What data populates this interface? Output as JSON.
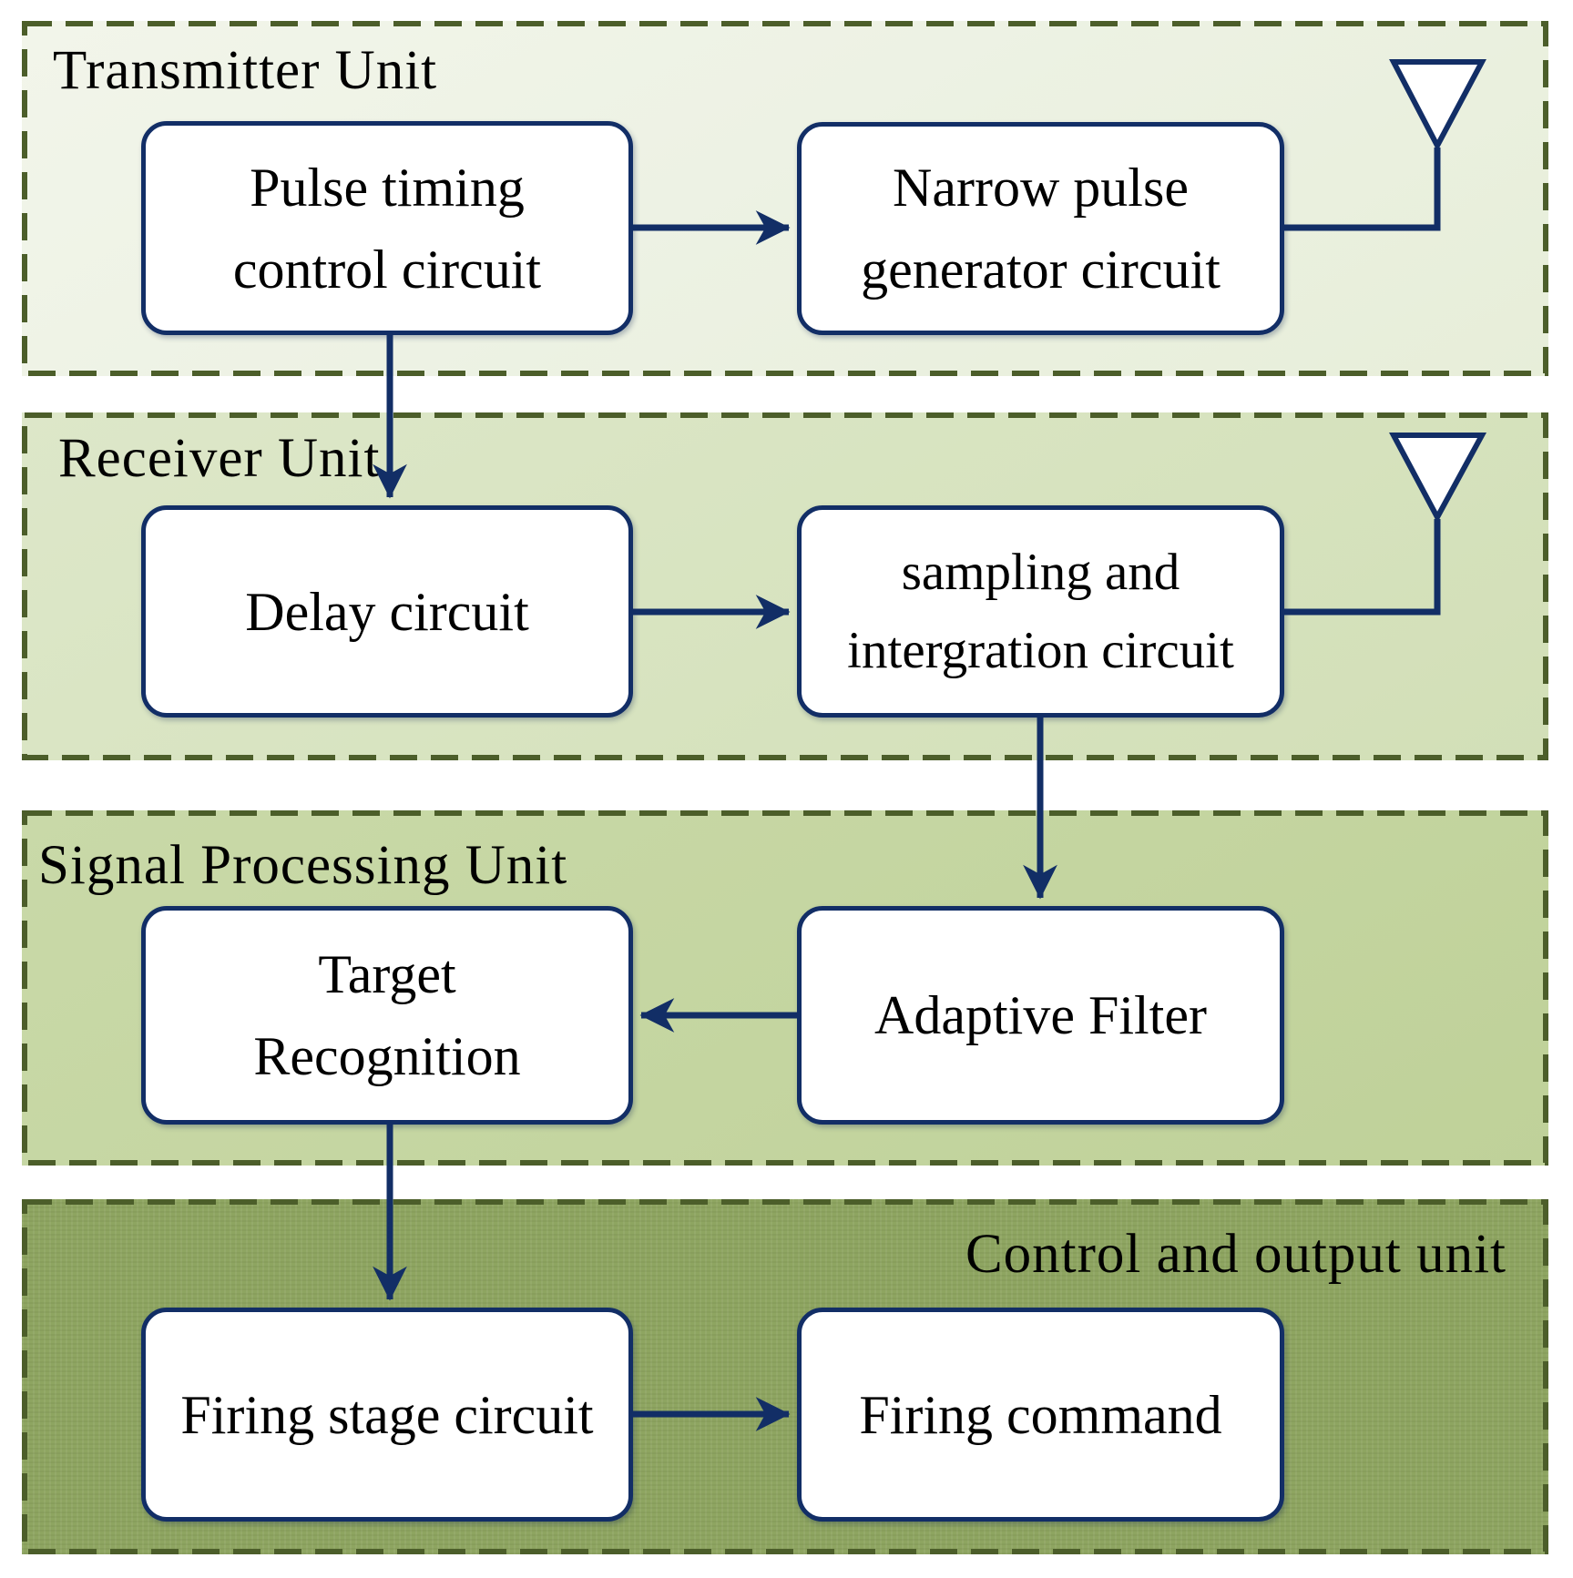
{
  "diagram": {
    "type": "block-diagram",
    "colors": {
      "navy_line": "#122e66",
      "dashed_border": "#4c5e2a",
      "transmitter_bg": "#edf2e4",
      "receiver_bg": "#d7e3bf",
      "signal_processing_bg": "#c4d5a0",
      "control_output_bg": "#8ea561",
      "node_bg": "#ffffff",
      "text": "#000000"
    },
    "sections": [
      {
        "id": "transmitter",
        "label": "Transmitter Unit",
        "label_align": "left"
      },
      {
        "id": "receiver",
        "label": "Receiver Unit",
        "label_align": "left"
      },
      {
        "id": "signal_processing",
        "label": "Signal Processing Unit",
        "label_align": "left"
      },
      {
        "id": "control_output",
        "label": "Control and output unit",
        "label_align": "right"
      }
    ],
    "nodes": [
      {
        "id": "pulse_timing",
        "section": "transmitter",
        "label": "Pulse timing\ncontrol circuit"
      },
      {
        "id": "narrow_pulse",
        "section": "transmitter",
        "label": "Narrow pulse\ngenerator circuit"
      },
      {
        "id": "delay",
        "section": "receiver",
        "label": "Delay circuit"
      },
      {
        "id": "sampling",
        "section": "receiver",
        "label": "sampling and\nintergration circuit"
      },
      {
        "id": "target_recognition",
        "section": "signal_processing",
        "label": "Target\nRecognition"
      },
      {
        "id": "adaptive_filter",
        "section": "signal_processing",
        "label": "Adaptive Filter"
      },
      {
        "id": "firing_stage",
        "section": "control_output",
        "label": "Firing stage circuit"
      },
      {
        "id": "firing_command",
        "section": "control_output",
        "label": "Firing command"
      }
    ],
    "icons": [
      {
        "name": "antenna-icon",
        "section": "transmitter"
      },
      {
        "name": "antenna-icon",
        "section": "receiver"
      }
    ],
    "connections": [
      {
        "from": "pulse_timing",
        "to": "narrow_pulse",
        "style": "arrow-right"
      },
      {
        "from": "narrow_pulse",
        "to": "transmit-antenna",
        "style": "plain-line"
      },
      {
        "from": "pulse_timing",
        "to": "delay",
        "style": "arrow-down"
      },
      {
        "from": "receive-antenna",
        "to": "sampling",
        "style": "plain-line"
      },
      {
        "from": "delay",
        "to": "sampling",
        "style": "arrow-right"
      },
      {
        "from": "sampling",
        "to": "adaptive_filter",
        "style": "arrow-down"
      },
      {
        "from": "adaptive_filter",
        "to": "target_recognition",
        "style": "arrow-left"
      },
      {
        "from": "target_recognition",
        "to": "firing_stage",
        "style": "arrow-down"
      },
      {
        "from": "firing_stage",
        "to": "firing_command",
        "style": "arrow-right"
      }
    ]
  }
}
